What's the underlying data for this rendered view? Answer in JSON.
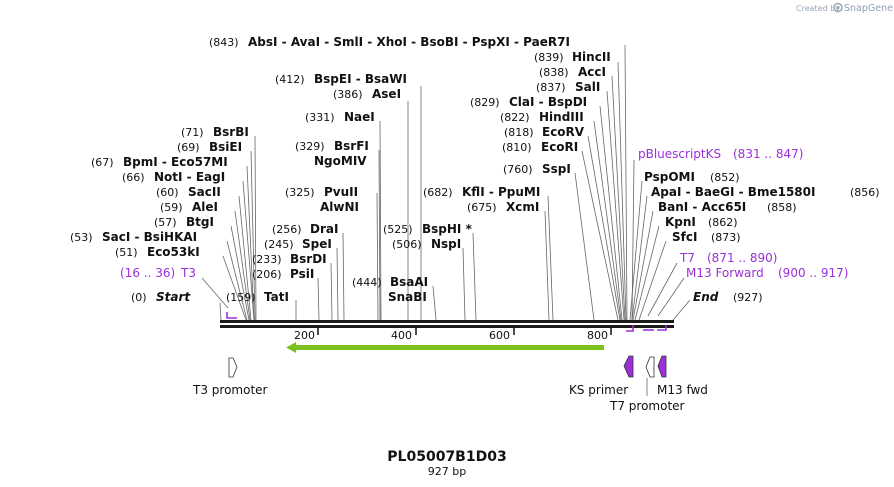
{
  "brand": {
    "created_by": "Created by",
    "name": "SnapGene"
  },
  "map": {
    "title": "PL05007B1D03",
    "length_label": "927 bp",
    "start_label": "Start",
    "start_pos": "(0)",
    "end_label": "End",
    "end_pos": "(927)",
    "ticks": [
      "200",
      "400",
      "600",
      "800"
    ]
  },
  "enzymes": [
    {
      "pos": "(843)",
      "names": "AbsI  - AvaI  - SmlI  - XhoI  - BsoBI  - PspXI  - PaeR7I"
    },
    {
      "pos": "(839)",
      "names": "HincII"
    },
    {
      "pos": "(838)",
      "names": "AccI"
    },
    {
      "pos": "(837)",
      "names": "SalI"
    },
    {
      "pos": "(829)",
      "names": "ClaI  - BspDI"
    },
    {
      "pos": "(822)",
      "names": "HindIII"
    },
    {
      "pos": "(818)",
      "names": "EcoRV"
    },
    {
      "pos": "(810)",
      "names": "EcoRI"
    },
    {
      "pos": "(760)",
      "names": "SspI"
    },
    {
      "pos": "(682)",
      "names": "KflI  - PpuMI"
    },
    {
      "pos": "(675)",
      "names": "XcmI"
    },
    {
      "pos": "(525)",
      "names": "BspHI *"
    },
    {
      "pos": "(506)",
      "names": "NspI"
    },
    {
      "pos": "(444)",
      "names": "BsaAI"
    },
    {
      "pos": "",
      "names": "SnaBI"
    },
    {
      "pos": "(412)",
      "names": "BspEI  - BsaWI"
    },
    {
      "pos": "(386)",
      "names": "AseI"
    },
    {
      "pos": "(331)",
      "names": "NaeI"
    },
    {
      "pos": "(329)",
      "names": "BsrFI"
    },
    {
      "pos": "",
      "names": "NgoMIV"
    },
    {
      "pos": "(325)",
      "names": "PvuII"
    },
    {
      "pos": "",
      "names": "AlwNI"
    },
    {
      "pos": "(256)",
      "names": "DraI"
    },
    {
      "pos": "(245)",
      "names": "SpeI"
    },
    {
      "pos": "(233)",
      "names": "BsrDI"
    },
    {
      "pos": "(206)",
      "names": "PsiI"
    },
    {
      "pos": "(159)",
      "names": "TatI"
    },
    {
      "pos": "(71)",
      "names": "BsrBI"
    },
    {
      "pos": "(69)",
      "names": "BsiEI"
    },
    {
      "pos": "(67)",
      "names": "BpmI  - Eco57MI"
    },
    {
      "pos": "(66)",
      "names": "NotI  - EagI"
    },
    {
      "pos": "(60)",
      "names": "SacII"
    },
    {
      "pos": "(59)",
      "names": "AleI"
    },
    {
      "pos": "(57)",
      "names": "BtgI"
    },
    {
      "pos": "(53)",
      "names": "SacI  - BsiHKAI"
    },
    {
      "pos": "(51)",
      "names": "Eco53kI"
    },
    {
      "pos": "(852)",
      "names": "PspOMI"
    },
    {
      "pos": "(856)",
      "names": "ApaI  - BaeGI  - Bme1580I"
    },
    {
      "pos": "(858)",
      "names": "BanI  - Acc65I"
    },
    {
      "pos": "(862)",
      "names": "KpnI"
    },
    {
      "pos": "(873)",
      "names": "SfcI"
    }
  ],
  "primers": [
    {
      "name": "pBluescriptKS",
      "range": "(831 .. 847)"
    },
    {
      "name": "T7",
      "range": "(871 .. 890)"
    },
    {
      "name": "M13 Forward",
      "range": "(900 .. 917)"
    },
    {
      "name": "T3",
      "range": "(16 .. 36)"
    }
  ],
  "features": [
    {
      "name": "T3 promoter"
    },
    {
      "name": "KS primer"
    },
    {
      "name": "M13 fwd"
    },
    {
      "name": "T7 promoter"
    }
  ],
  "colors": {
    "primer": "#9b30d9",
    "orf": "#7cc11c",
    "backbone": "#1a1a1a"
  }
}
